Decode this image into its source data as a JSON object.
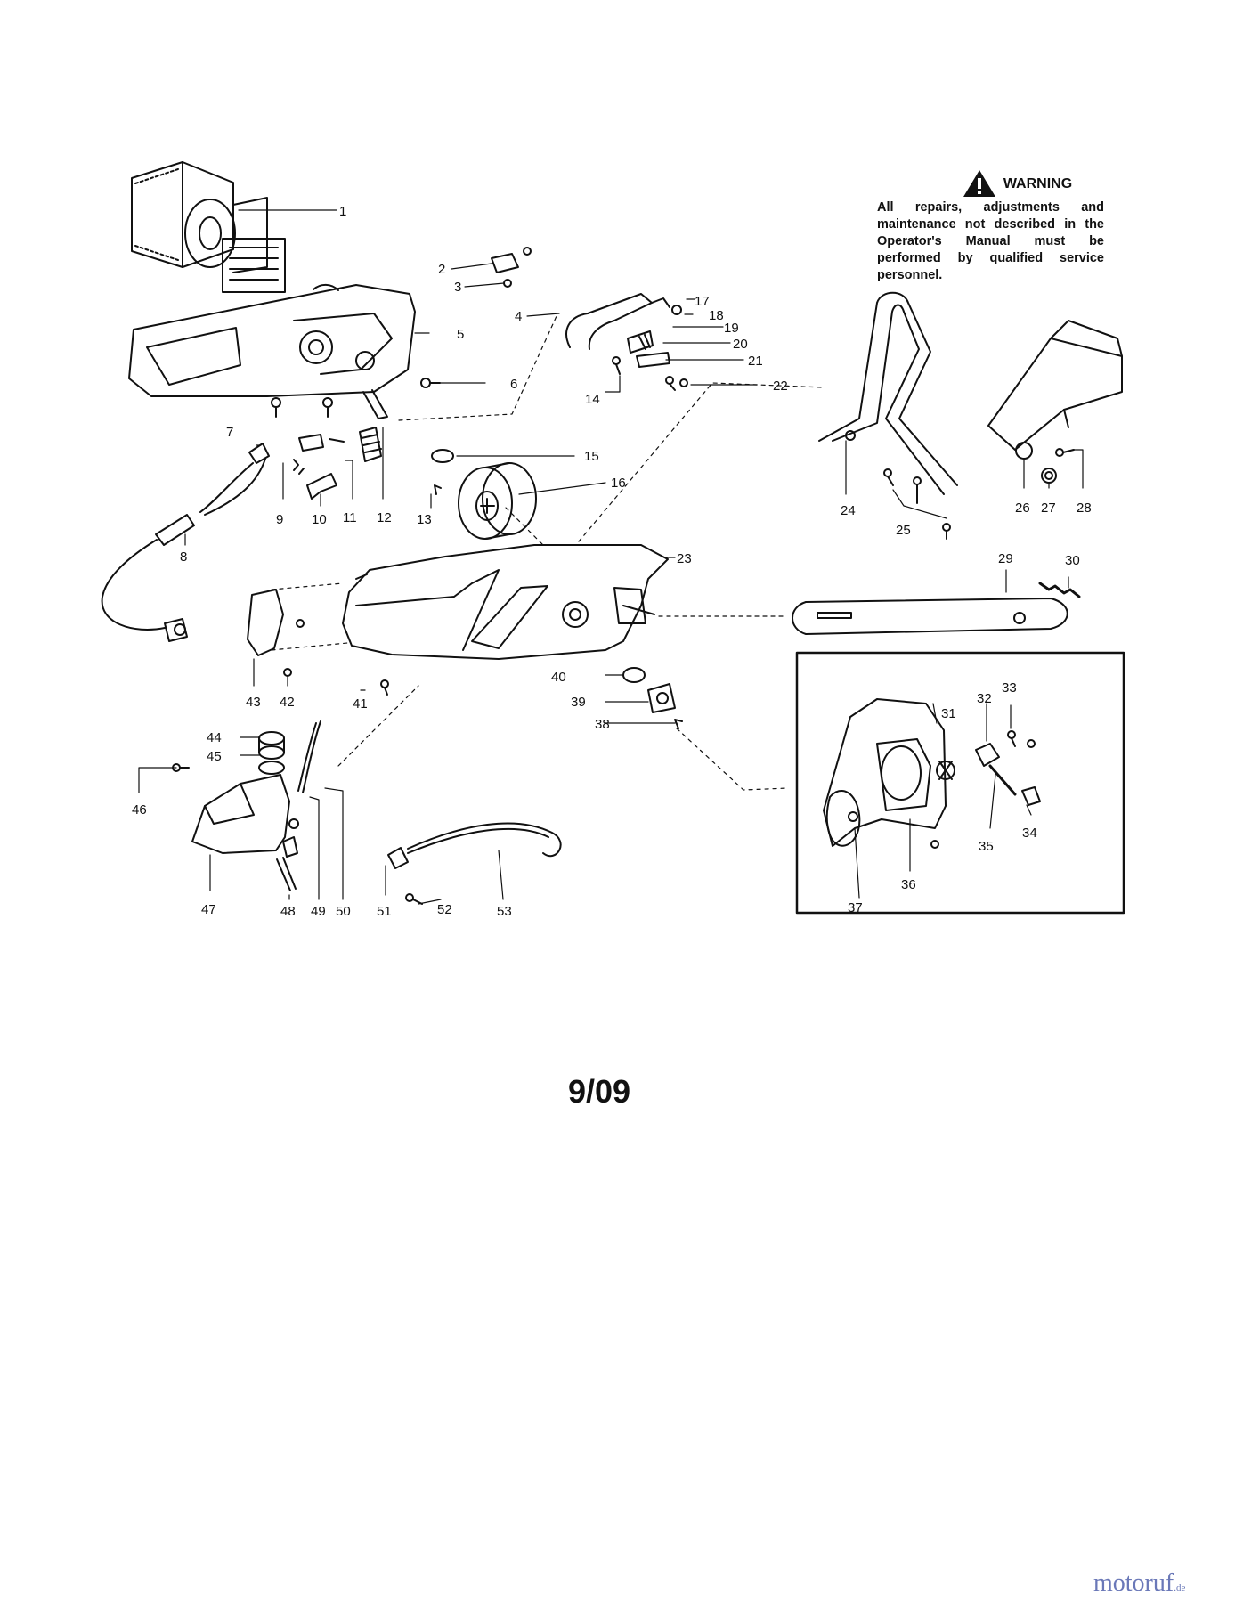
{
  "warning": {
    "heading": "WARNING",
    "text": "All repairs, adjustments and maintenance not described in the Operator's Manual must be performed by qualified service personnel."
  },
  "page_number": "9/09",
  "watermark": {
    "brand": "motoruf",
    "tld": ".de"
  },
  "part_labels": [
    "1",
    "2",
    "3",
    "4",
    "5",
    "6",
    "7",
    "8",
    "9",
    "10",
    "11",
    "12",
    "13",
    "14",
    "15",
    "16",
    "17",
    "18",
    "19",
    "20",
    "21",
    "22",
    "23",
    "24",
    "25",
    "26",
    "27",
    "28",
    "29",
    "30",
    "31",
    "32",
    "33",
    "34",
    "35",
    "36",
    "37",
    "38",
    "39",
    "40",
    "41",
    "42",
    "43",
    "44",
    "45",
    "46",
    "47",
    "48",
    "49",
    "50",
    "51",
    "52",
    "53"
  ],
  "colors": {
    "ink": "#111111",
    "watermark": "#6a78b8",
    "background": "#ffffff"
  }
}
